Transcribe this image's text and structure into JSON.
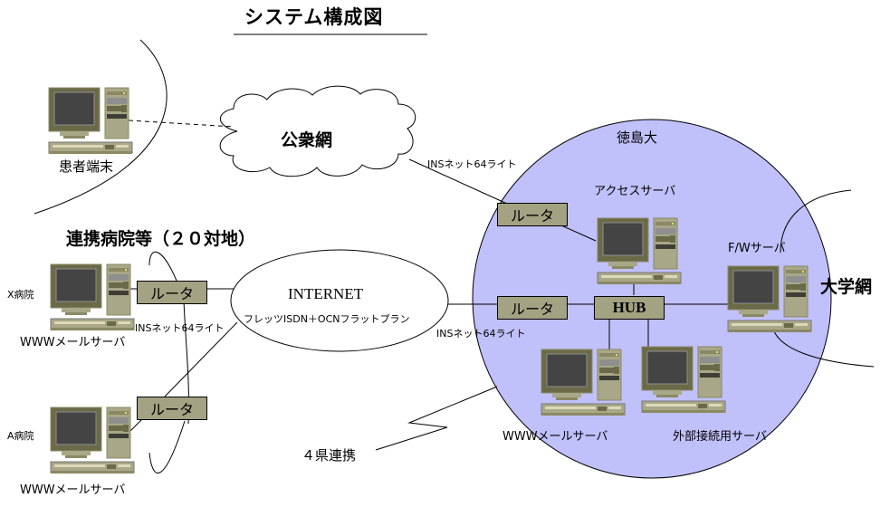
{
  "title": "システム構成図",
  "colors": {
    "university_fill": "#c0c0fa",
    "router_fill": "#a3a283",
    "monitor_frame": "#6b6a48",
    "monitor_screen": "#444444",
    "case": "#a8a787"
  },
  "nodes": {
    "patient_terminal": {
      "label": "患者端末",
      "icon": "desktop-computer-icon"
    },
    "public_network": {
      "label": "公衆網",
      "icon": "cloud-icon"
    },
    "university": {
      "label": "徳島大"
    },
    "access_server": {
      "label": "アクセスサーバ",
      "icon": "desktop-computer-icon"
    },
    "fw_server": {
      "label": "F/Wサーバ",
      "icon": "desktop-computer-icon"
    },
    "campus_network": {
      "label": "大学網"
    },
    "hub": {
      "label": "HUB"
    },
    "www_mail_server_univ": {
      "label": "WWWメールサーバ",
      "icon": "desktop-computer-icon"
    },
    "external_server": {
      "label": "外部接続用サーバ",
      "icon": "desktop-computer-icon"
    },
    "internet": {
      "label": "INTERNET",
      "sublabel": "フレッツISDN＋OCNフラットプラン"
    },
    "partner_hospitals": {
      "label": "連携病院等（２０対地）"
    },
    "hospital_x": {
      "label": "X病院",
      "server_label": "WWWメールサーバ",
      "icon": "desktop-computer-icon"
    },
    "hospital_a": {
      "label": "A病院",
      "server_label": "WWWメールサーバ",
      "icon": "desktop-computer-icon"
    },
    "four_prefecture": {
      "label": "４県連携"
    }
  },
  "routers": {
    "label": "ルータ",
    "univ_public": "ルータ",
    "univ_internet": "ルータ",
    "hospital_x": "ルータ",
    "hospital_a": "ルータ"
  },
  "links": {
    "ins_public": "INSネット64ライト",
    "ins_internet": "INSネット64ライト",
    "ins_hospital": "INSネット64ライト"
  }
}
